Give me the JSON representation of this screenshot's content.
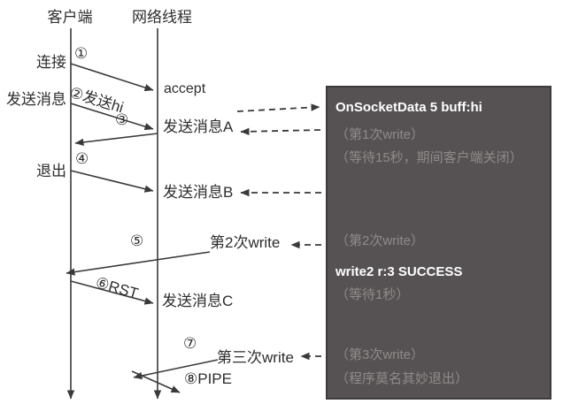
{
  "actors": {
    "client": "客户端",
    "thread": "网络线程"
  },
  "client_labels": {
    "connect": "连接",
    "send_message": "发送消息",
    "exit": "退出"
  },
  "thread_labels": {
    "accept": "accept",
    "msg_a": "发送消息A",
    "msg_b": "发送消息B",
    "msg_c": "发送消息C"
  },
  "return_labels": {
    "second_write": "第2次write",
    "third_write": "第三次write"
  },
  "steps": {
    "s1": "①",
    "s2": "②发送hi",
    "s3": "③",
    "s4": "④",
    "s5": "⑤",
    "s6": "⑥RST",
    "s7": "⑦",
    "s8": "⑧PIPE"
  },
  "log_panel": {
    "lines": [
      {
        "text": "OnSocketData 5 buff:hi",
        "tone": "bright"
      },
      {
        "text": "（第1次write）",
        "tone": "dim"
      },
      {
        "text": "（等待15秒，期间客户端关闭）",
        "tone": "dim"
      },
      {
        "text": "（第2次write）",
        "tone": "dim"
      },
      {
        "text": "write2 r:3 SUCCESS",
        "tone": "bright"
      },
      {
        "text": "（等待1秒）",
        "tone": "dim"
      },
      {
        "text": "（第3次write）",
        "tone": "dim"
      },
      {
        "text": "（程序莫名其妙退出）",
        "tone": "dim"
      }
    ]
  },
  "colors": {
    "line": "#3a3a3a",
    "panel_bg": "#565253",
    "panel_border": "#3e3b3c",
    "panel_text_bright": "#ffffff",
    "panel_text_dim": "#8e8b8a",
    "diagram_text": "#2d2d2d"
  }
}
